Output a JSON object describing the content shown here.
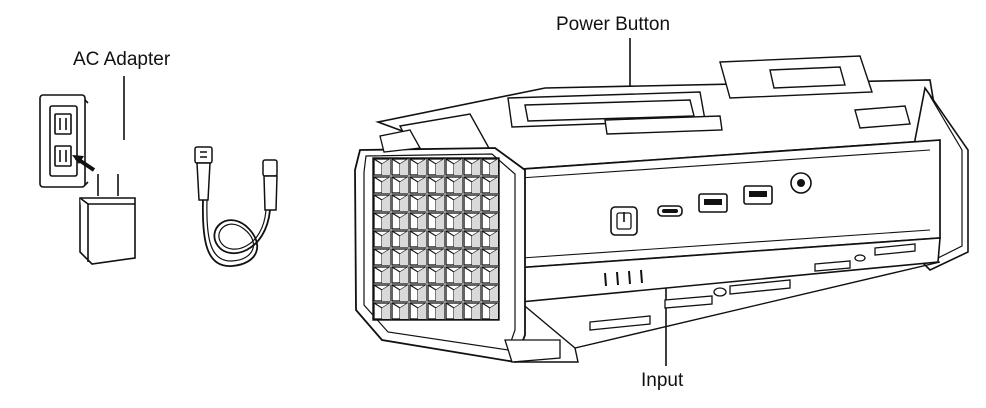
{
  "labels": {
    "ac_adapter": "AC Adapter",
    "power_button": "Power Button",
    "input": "Input"
  },
  "colors": {
    "line": "#111111",
    "background": "#ffffff"
  }
}
